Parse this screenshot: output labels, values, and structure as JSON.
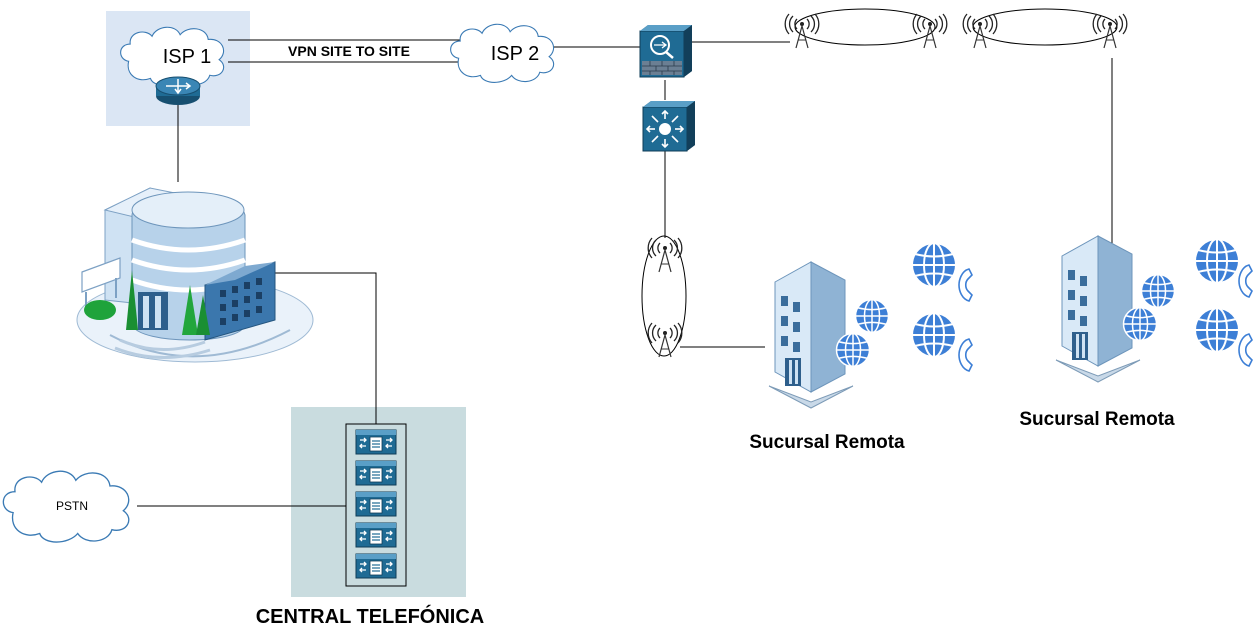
{
  "clouds": {
    "isp1": "ISP 1",
    "isp2": "ISP 2",
    "pstn": "PSTN"
  },
  "links": {
    "vpn": "VPN SITE TO SITE"
  },
  "sites": {
    "central": "CENTRAL TELEFÓNICA",
    "branch1": "Sucursal Remota",
    "branch2": "Sucursal Remota"
  },
  "colors": {
    "device_blue": "#1f6b94",
    "isp_zone": "#dbe6f4",
    "pbx_zone": "#c9dcdf",
    "globe_blue": "#3d7fd6",
    "line": "#000000"
  }
}
